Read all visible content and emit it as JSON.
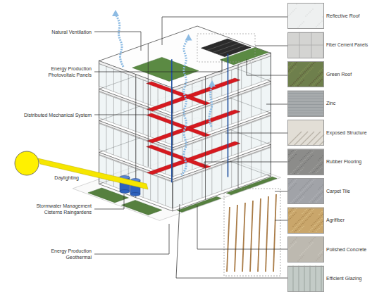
{
  "diagram": {
    "nodes": [
      {
        "text": [
          "Reflective Roof"
        ]
      },
      {
        "text": [
          "Fiber Cement Panels"
        ]
      },
      {
        "text": [
          "Green Roof"
        ]
      },
      {
        "text": [
          "Zinc"
        ]
      },
      {
        "text": [
          "Exposed Structure"
        ]
      },
      {
        "text": [
          "Rubber Flooring"
        ]
      },
      {
        "text": [
          "Carpet Tile"
        ]
      },
      {
        "text": [
          "Agrifiber"
        ]
      },
      {
        "text": [
          "Polished Concrete"
        ]
      },
      {
        "text": [
          "Efficient Glazing"
        ]
      }
    ],
    "labels": [
      "Natural Ventilation",
      "Energy Production Photovoltaic Panels",
      "Distributed Mechanical System",
      "Daylighting",
      "Stormwater Management Cisterns Raingardens",
      "Energy Production Geothermal"
    ]
  }
}
